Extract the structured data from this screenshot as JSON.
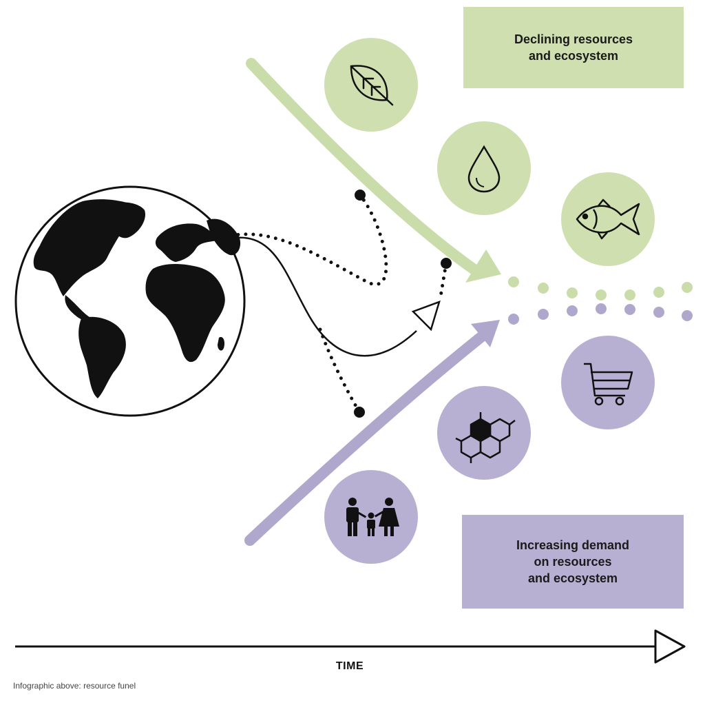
{
  "boxes": {
    "declining": [
      "Declining resources",
      "and ecosystem"
    ],
    "increasing": [
      "Increasing demand",
      "on resources",
      "and ecosystem"
    ]
  },
  "axis": {
    "label": "TIME"
  },
  "caption": "Infographic above: resource funel",
  "colors": {
    "green": "#cfdfb0",
    "purple": "#b8b0d2",
    "green_arrow": "#c9dcaa",
    "purple_arrow": "#b0a8cc",
    "black": "#111111"
  },
  "icons": {
    "resources": [
      "leaf-icon",
      "water-drop-icon",
      "fish-icon"
    ],
    "demand": [
      "family-icon",
      "molecule-icon",
      "shopping-cart-icon"
    ]
  }
}
